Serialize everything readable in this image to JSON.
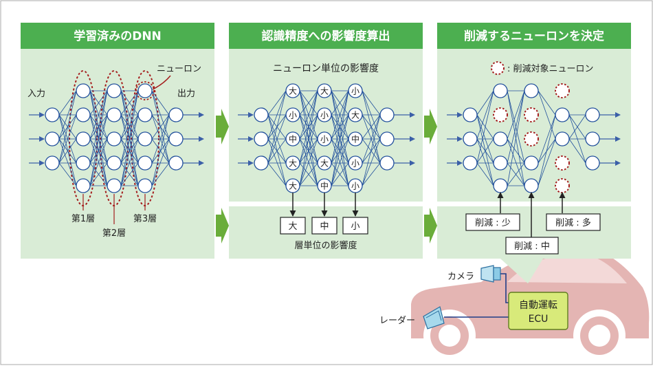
{
  "panel1": {
    "header": "学習済みのDNN",
    "input_label": "入力",
    "output_label": "出力",
    "neuron_label": "ニューロン",
    "layer1_label": "第1層",
    "layer2_label": "第2層",
    "layer3_label": "第3層"
  },
  "panel2": {
    "header": "認識精度への影響度算出",
    "subtitle": "ニューロン単位の影響度",
    "layer1_marks": [
      "大",
      "小",
      "中",
      "大",
      "大"
    ],
    "layer2_marks": [
      "大",
      "小",
      "小",
      "大",
      "中"
    ],
    "layer3_marks": [
      "小",
      "大",
      "中",
      "小",
      "小"
    ],
    "layer_influence": [
      "大",
      "中",
      "小"
    ],
    "layer_caption": "層単位の影響度"
  },
  "panel3": {
    "header": "削減するニューロンを決定",
    "legend": ": 削減対象ニューロン",
    "reduce_small": "削減 : 少",
    "reduce_medium": "削減 : 中",
    "reduce_large": "削減 : 多"
  },
  "car": {
    "camera_label": "カメラ",
    "radar_label": "レーダー",
    "ecu_line1": "自動運転",
    "ecu_line2": "ECU"
  },
  "colors": {
    "header_green": "#4caf50",
    "panel_bg": "#d9ecd6",
    "arrow_green": "#6aad3a",
    "neuron_stroke": "#1f4e9b",
    "dashed_red": "#a41d1d",
    "car_pink": "#e4b5b3",
    "ecu_fill": "#d8ea7a"
  }
}
